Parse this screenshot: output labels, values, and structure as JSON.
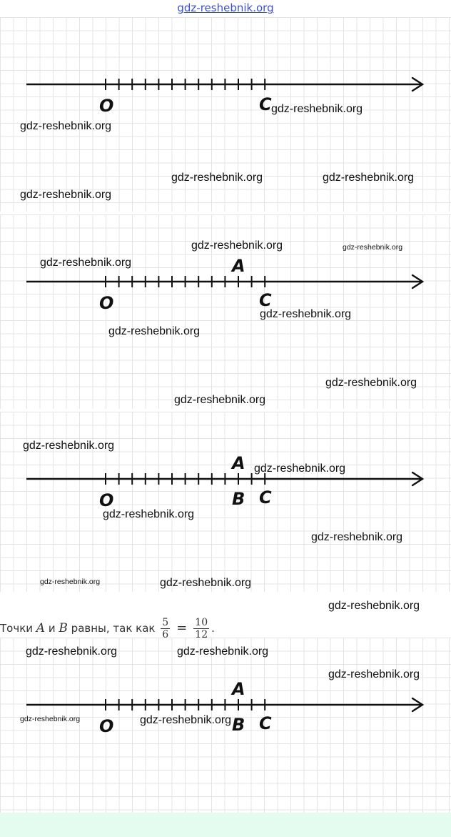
{
  "site_link": "gdz-reshebnik.org",
  "watermark": "gdz-reshebnik.org",
  "point_labels": {
    "origin": "O",
    "a": "A",
    "b": "B",
    "c": "C"
  },
  "figures": [
    {
      "id": "fig1",
      "ticks": 12,
      "points": [
        {
          "name": "O",
          "tick": 0,
          "side": "below"
        },
        {
          "name": "C",
          "tick": 12,
          "side": "below"
        }
      ]
    },
    {
      "id": "fig2",
      "ticks": 12,
      "points": [
        {
          "name": "O",
          "tick": 0,
          "side": "below"
        },
        {
          "name": "A",
          "tick": 10,
          "side": "above"
        },
        {
          "name": "C",
          "tick": 12,
          "side": "below"
        }
      ]
    },
    {
      "id": "fig3",
      "ticks": 12,
      "points": [
        {
          "name": "O",
          "tick": 0,
          "side": "below"
        },
        {
          "name": "A",
          "tick": 10,
          "side": "above"
        },
        {
          "name": "B",
          "tick": 10,
          "side": "below"
        },
        {
          "name": "C",
          "tick": 12,
          "side": "below"
        }
      ]
    },
    {
      "id": "fig4",
      "ticks": 12,
      "points": [
        {
          "name": "O",
          "tick": 0,
          "side": "below"
        },
        {
          "name": "A",
          "tick": 10,
          "side": "above"
        },
        {
          "name": "B",
          "tick": 10,
          "side": "below"
        },
        {
          "name": "C",
          "tick": 12,
          "side": "below"
        }
      ]
    }
  ],
  "statement": {
    "prefix": "Точки",
    "point_a": "A",
    "conj": "и",
    "point_b": "B",
    "middle": "равны, так как",
    "frac1_num": "5",
    "frac1_den": "6",
    "equals": "=",
    "frac2_num": "10",
    "frac2_den": "12",
    "end": "."
  }
}
